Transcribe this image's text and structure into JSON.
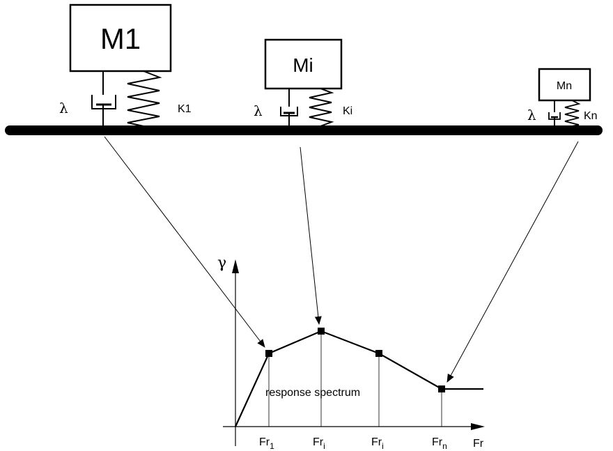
{
  "oscillators": [
    {
      "mass": "M1",
      "damping": "λ",
      "stiffness": "K1"
    },
    {
      "mass": "Mi",
      "damping": "λ",
      "stiffness": "Ki"
    },
    {
      "mass": "Mn",
      "damping": "λ",
      "stiffness": "Kn"
    }
  ],
  "chart": {
    "y_axis_symbol": "γ",
    "x_axis_label": "Fr",
    "curve_label": "response spectrum",
    "frequency_ticks": [
      {
        "base": "Fr",
        "sub": "1"
      },
      {
        "base": "Fr",
        "sub": "i"
      },
      {
        "base": "Fr",
        "sub": "i"
      },
      {
        "base": "Fr",
        "sub": "n"
      }
    ]
  }
}
